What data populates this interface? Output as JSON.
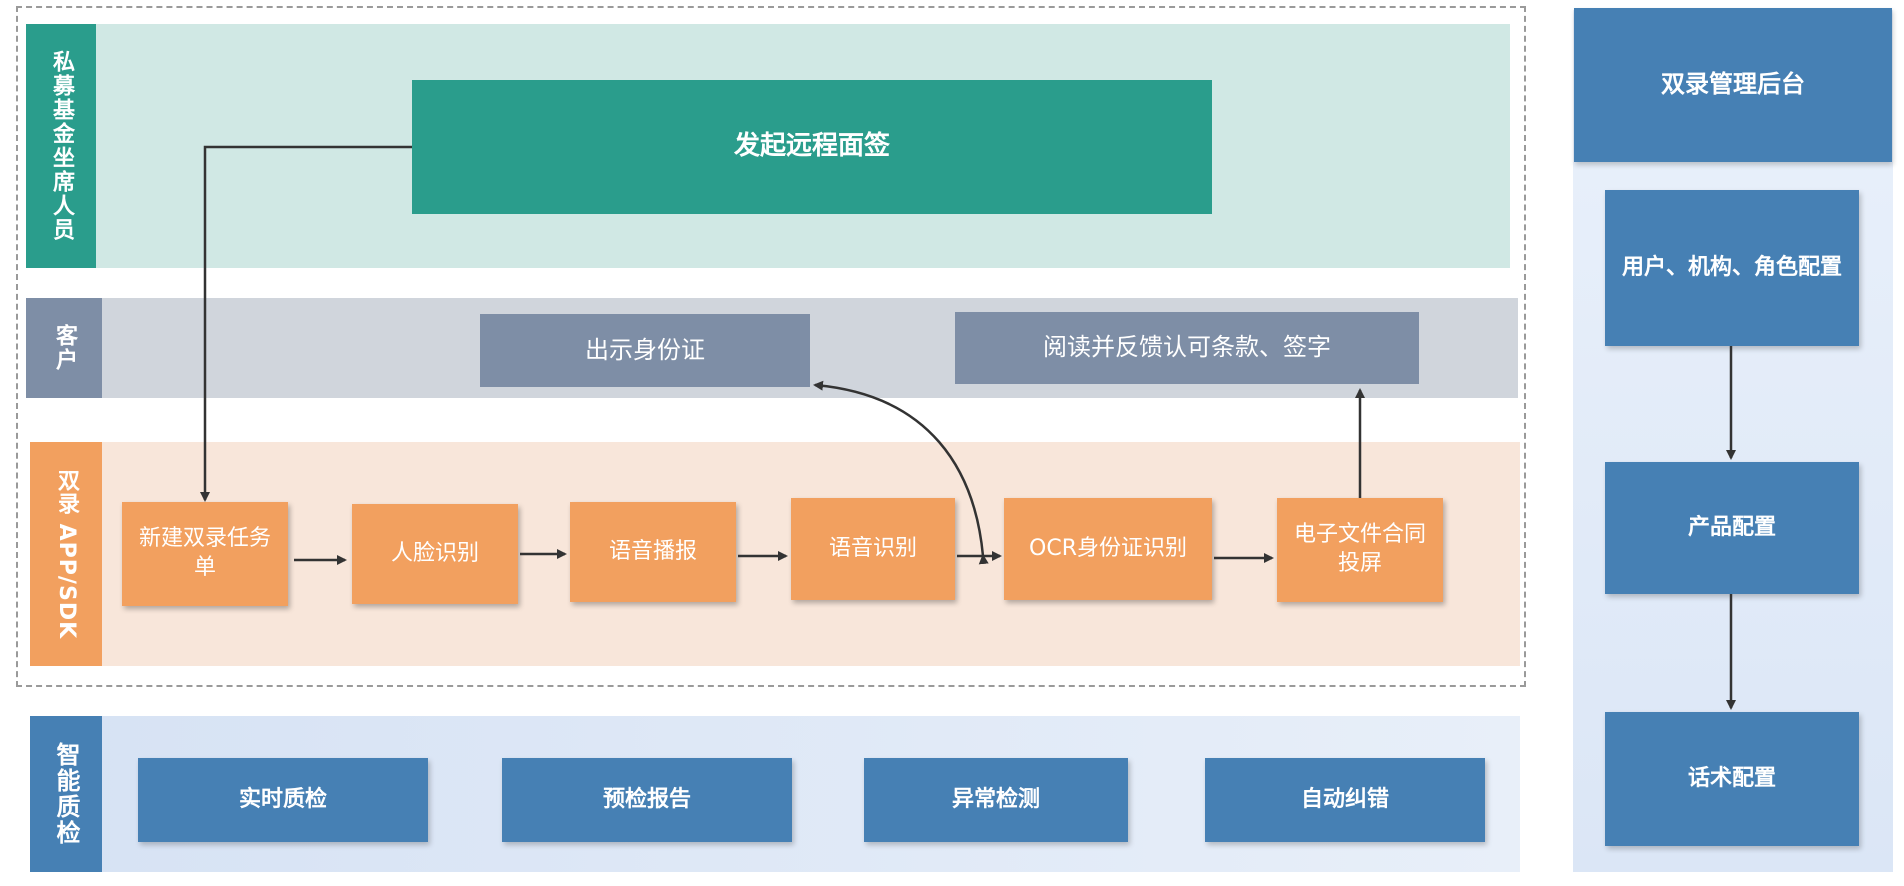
{
  "lanes": {
    "staff": {
      "label": "私募基金坐席人员"
    },
    "customer": {
      "label": "客户"
    },
    "app": {
      "label": "双录 APP/SDK"
    },
    "qc": {
      "label": "智能质检"
    }
  },
  "nodes": {
    "remote_sign": "发起远程面签",
    "show_id": "出示身份证",
    "read_feedback": "阅读并反馈认可条款、签字",
    "new_task": "新建双录任务单",
    "face": "人脸识别",
    "voice_broadcast": "语音播报",
    "speech_rec": "语音识别",
    "ocr": "OCR身份证识别",
    "e_contract": "电子文件合同投屏"
  },
  "qc_items": [
    "实时质检",
    "预检报告",
    "异常检测",
    "自动纠错"
  ],
  "admin": {
    "title": "双录管理后台",
    "items": [
      "用户、机构、角色配置",
      "产品配置",
      "话术配置"
    ]
  },
  "colors": {
    "teal_lane": "#d0e8e4",
    "teal": "#2a9d8c",
    "gray_lane": "#d0d5dc",
    "gray": "#7e8ea6",
    "orange_lane": "#f8e6da",
    "orange": "#f2a05f",
    "blue": "#4680b4",
    "blue_lane": "#dde8f6"
  }
}
